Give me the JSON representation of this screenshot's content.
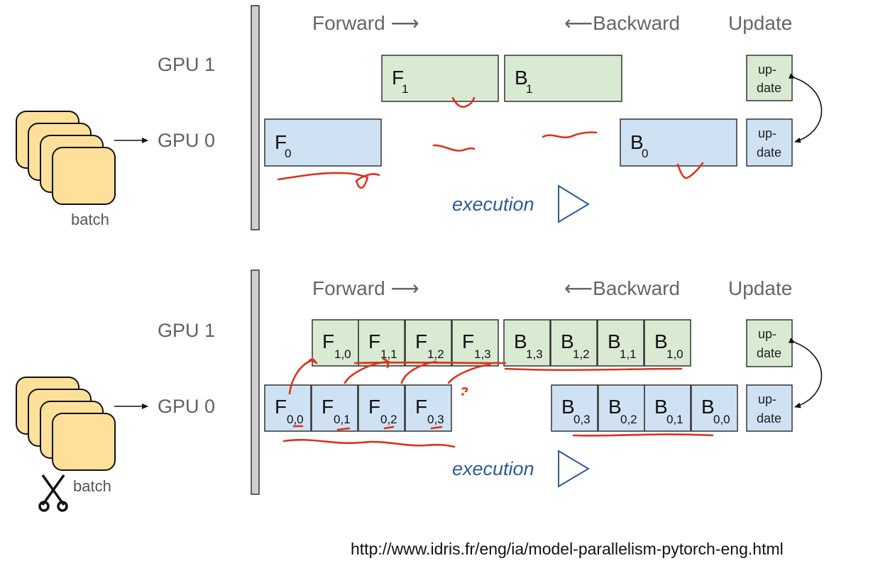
{
  "top_panel": {
    "headers": {
      "forward": "Forward ⟶",
      "backward": "⟵Backward",
      "update": "Update"
    },
    "gpu1_label": "GPU 1",
    "gpu0_label": "GPU 0",
    "batch_label": "batch",
    "execution_label": "execution",
    "blocks": [
      {
        "letter": "F",
        "sub": "1",
        "gpu": 1,
        "kind": "forward"
      },
      {
        "letter": "B",
        "sub": "1",
        "gpu": 1,
        "kind": "backward"
      },
      {
        "letter": "F",
        "sub": "0",
        "gpu": 0,
        "kind": "forward"
      },
      {
        "letter": "B",
        "sub": "0",
        "gpu": 0,
        "kind": "backward"
      }
    ],
    "update_boxes": [
      {
        "line1": "up-",
        "line2": "date",
        "gpu": 1
      },
      {
        "line1": "up-",
        "line2": "date",
        "gpu": 0
      }
    ]
  },
  "bottom_panel": {
    "headers": {
      "forward": "Forward ⟶",
      "backward": "⟵Backward",
      "update": "Update"
    },
    "gpu1_label": "GPU 1",
    "gpu0_label": "GPU 0",
    "batch_label": "batch",
    "execution_label": "execution",
    "gpu1_blocks": [
      {
        "letter": "F",
        "sub": "1,0"
      },
      {
        "letter": "F",
        "sub": "1,1"
      },
      {
        "letter": "F",
        "sub": "1,2"
      },
      {
        "letter": "F",
        "sub": "1,3"
      },
      {
        "letter": "B",
        "sub": "1,3"
      },
      {
        "letter": "B",
        "sub": "1,2"
      },
      {
        "letter": "B",
        "sub": "1,1"
      },
      {
        "letter": "B",
        "sub": "1,0"
      }
    ],
    "gpu0_blocks": [
      {
        "letter": "F",
        "sub": "0,0"
      },
      {
        "letter": "F",
        "sub": "0,1"
      },
      {
        "letter": "F",
        "sub": "0,2"
      },
      {
        "letter": "F",
        "sub": "0,3"
      },
      {
        "letter": "B",
        "sub": "0,3"
      },
      {
        "letter": "B",
        "sub": "0,2"
      },
      {
        "letter": "B",
        "sub": "0,1"
      },
      {
        "letter": "B",
        "sub": "0,0"
      }
    ],
    "update_boxes": [
      {
        "line1": "up-",
        "line2": "date",
        "gpu": 1
      },
      {
        "line1": "up-",
        "line2": "date",
        "gpu": 0
      }
    ]
  },
  "source_url": "http://www.idris.fr/eng/ia/model-parallelism-pytorch-eng.html",
  "colors": {
    "gpu1_fill": "#d9ead3",
    "gpu0_fill": "#cfe2f3",
    "batch_fill": "#ffe09a",
    "annotation": "#d9321f",
    "execution_text": "#2f5b8f"
  }
}
